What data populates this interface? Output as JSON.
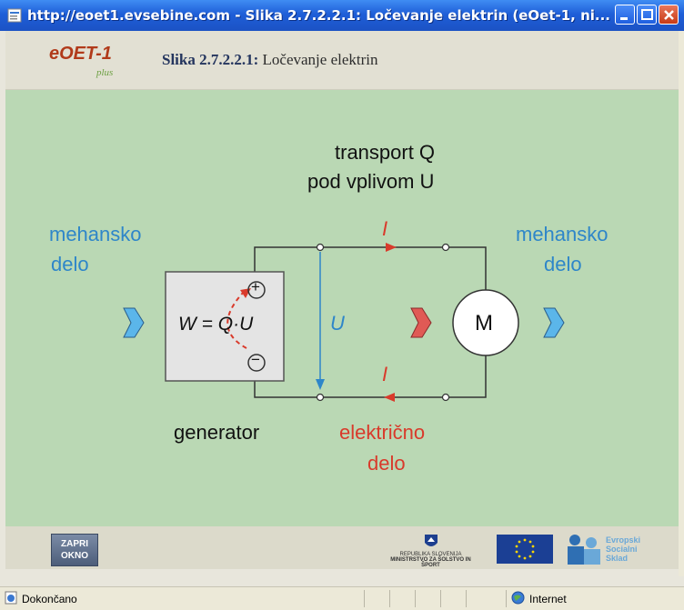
{
  "window": {
    "title": "http://eoet1.evsebine.com - Slika 2.7.2.2.1: Ločevanje elektrin (eOet-1, ni..."
  },
  "header": {
    "logo_main": "eOET-1",
    "logo_plus": "plus",
    "slide_number": "Slika 2.7.2.2.1:",
    "slide_title": " Ločevanje elektrin"
  },
  "diagram": {
    "transport_line1": "transport Q",
    "transport_line2": "pod vplivom U",
    "mech_left_1": "mehansko",
    "mech_left_2": "delo",
    "mech_right_1": "mehansko",
    "mech_right_2": "delo",
    "current_top": "I",
    "current_bottom": "I",
    "voltage": "U",
    "formula": "W = Q·U",
    "plus_sign": "+",
    "minus_sign": "−",
    "motor": "M",
    "generator": "generator",
    "electric_1": "električno",
    "electric_2": "delo"
  },
  "footer": {
    "close_button_line1": "ZAPRI",
    "close_button_line2": "OKNO",
    "ministry_line1": "REPUBLIKA SLOVENIJA",
    "ministry_line2": "MINISTRSTVO ZA ŠOLSTVO IN ŠPORT",
    "esf_line1": "Evropski",
    "esf_line2": "Socialni",
    "esf_line3": "Sklad"
  },
  "statusbar": {
    "status": "Dokončano",
    "zone": "Internet"
  },
  "colors": {
    "background": "#bad8b4",
    "blue": "#2e86c9",
    "red": "#d93a2b",
    "arrow_blue": "#5bb6ea",
    "arrow_red": "#e05a55"
  }
}
